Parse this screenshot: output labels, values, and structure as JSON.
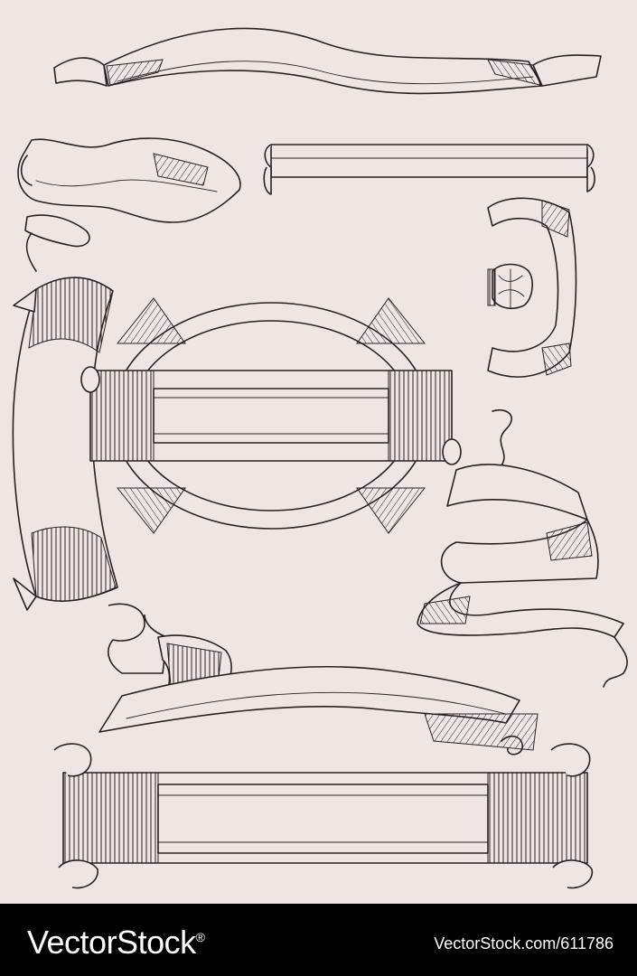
{
  "illustration": {
    "subject": "vintage-ribbon-banners",
    "colors": {
      "background": "#eee6e3",
      "ink": "#2a2220",
      "footer": "#000000",
      "footer_text": "#ffffff"
    }
  },
  "footer": {
    "brand": "VectorStock",
    "trademark": "®",
    "site_and_id": "VectorStock.com/611786"
  }
}
